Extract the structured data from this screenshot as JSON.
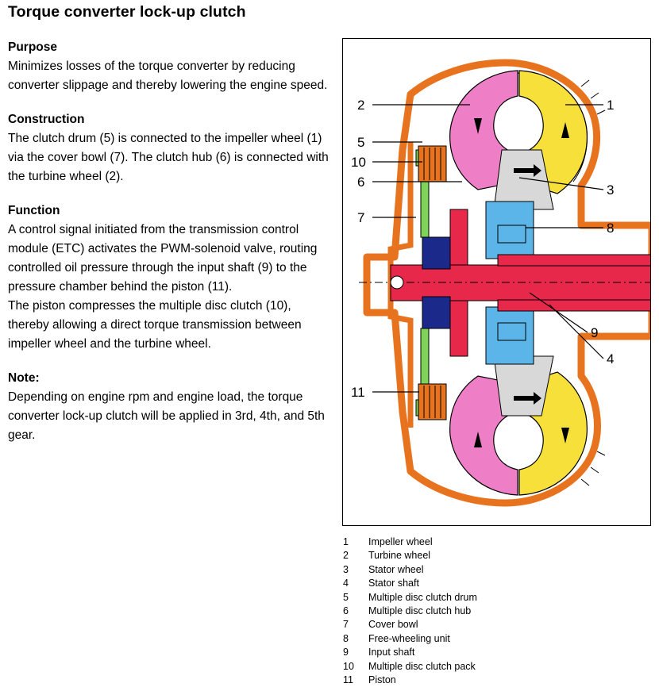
{
  "title": "Torque converter lock-up clutch",
  "sections": [
    {
      "heading": "Purpose",
      "body": "Minimizes losses of the torque converter by reducing converter slippage and thereby lowering the engine speed."
    },
    {
      "heading": "Construction",
      "body": "The clutch drum (5) is connected to the impeller wheel (1) via the cover bowl (7). The clutch hub (6) is connected with the turbine wheel (2)."
    },
    {
      "heading": "Function",
      "body": "A control signal initiated from the transmission control module (ETC) activates the PWM-solenoid valve, routing controlled oil pressure through the input shaft (9) to the pressure chamber behind the piston (11).",
      "body2": "The piston compresses the multiple disc clutch (10), thereby allowing a direct torque transmission between impeller wheel and the turbine wheel."
    },
    {
      "heading": "Note:",
      "body": "Depending on engine rpm and engine load, the torque converter lock-up clutch will be applied in 3rd, 4th, and 5th gear."
    }
  ],
  "callouts": {
    "c1": "1",
    "c2": "2",
    "c3": "3",
    "c4": "4",
    "c5": "5",
    "c6": "6",
    "c7": "7",
    "c8": "8",
    "c9": "9",
    "c10": "10",
    "c11": "11"
  },
  "legend": [
    {
      "num": "1",
      "label": "Impeller wheel"
    },
    {
      "num": "2",
      "label": "Turbine wheel"
    },
    {
      "num": "3",
      "label": "Stator wheel"
    },
    {
      "num": "4",
      "label": "Stator shaft"
    },
    {
      "num": "5",
      "label": "Multiple disc clutch drum"
    },
    {
      "num": "6",
      "label": "Multiple disc clutch hub"
    },
    {
      "num": "7",
      "label": "Cover bowl"
    },
    {
      "num": "8",
      "label": "Free-wheeling unit"
    },
    {
      "num": "9",
      "label": "Input shaft"
    },
    {
      "num": "10",
      "label": "Multiple disc clutch pack"
    },
    {
      "num": "11",
      "label": "Piston"
    }
  ],
  "colors": {
    "housing": "#e8731e",
    "turbine": "#ee7fc6",
    "impeller": "#f7e03a",
    "stator": "#d8d8d8",
    "hub": "#5bb5e8",
    "shaft": "#e8284a",
    "piston": "#7ed35a",
    "clutch": "#1b2a8a"
  }
}
